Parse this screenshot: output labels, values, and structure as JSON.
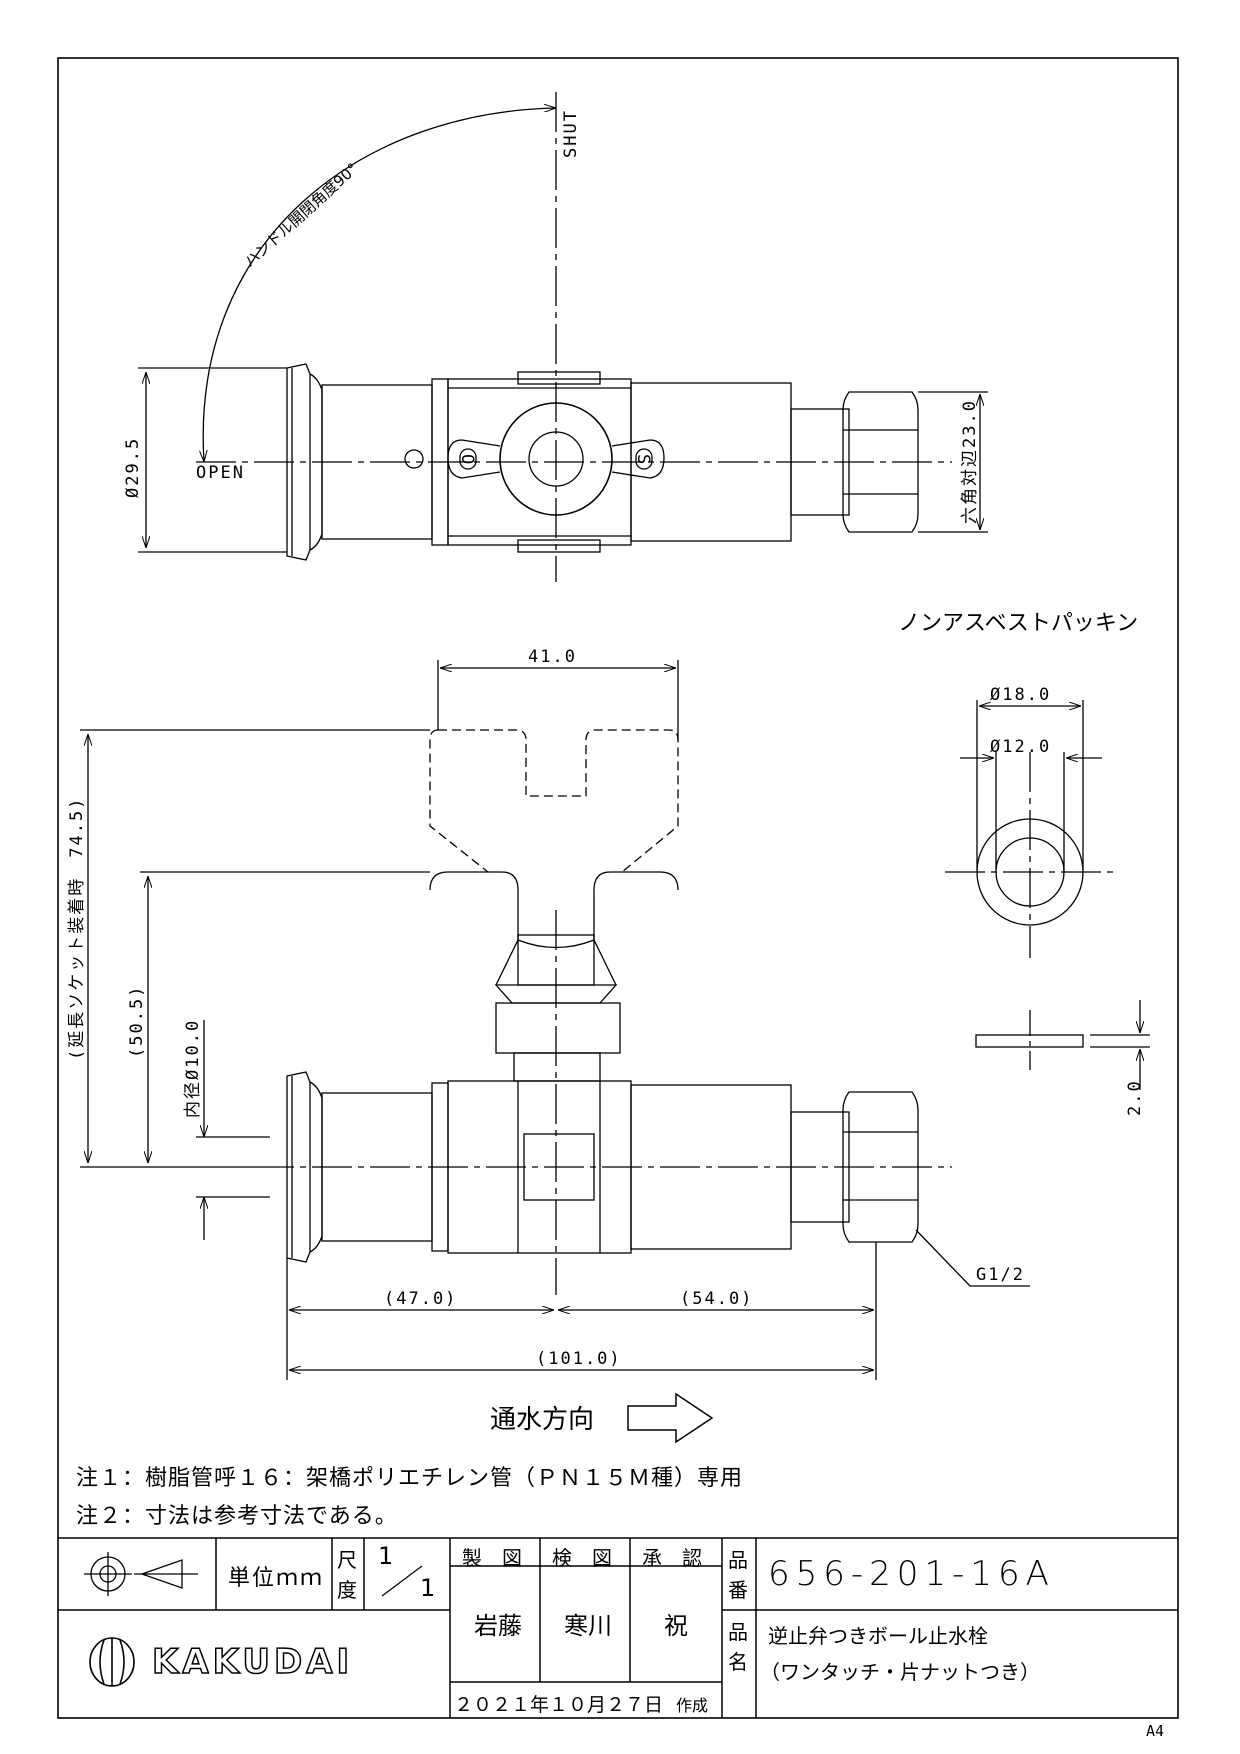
{
  "drawing": {
    "shut": "SHUT",
    "open": "OPEN",
    "handle_angle": "ハンドル開閉角度90°",
    "dia_295": "Ø29.5",
    "hex_23": "六角対辺23.0",
    "packing_title": "ノンアスベストパッキン",
    "pk_18": "Ø18.0",
    "pk_12": "Ø12.0",
    "pk_thk": "2.0",
    "dim_41": "41.0",
    "dim_745": "(延長ソケット装着時　74.5)",
    "dim_505": "(50.5)",
    "dim_inner": "内径Ø10.0",
    "dim_47": "(47.0)",
    "dim_54": "(54.0)",
    "dim_101": "(101.0)",
    "thread": "G1/2",
    "flow": "通水方向",
    "handle_o": "O",
    "handle_s": "S"
  },
  "notes": {
    "n1": "注１：樹脂管呼１６：架橋ポリエチレン管（ＰＮ１５Ｍ種）専用",
    "n2": "注２：寸法は参考寸法である。"
  },
  "title_block": {
    "unit": "単位ｍｍ",
    "scale_label_1": "尺",
    "scale_label_2": "度",
    "scale_num": "1",
    "scale_den": "1",
    "h_draw": "製　図",
    "h_check": "検　図",
    "h_approve": "承　認",
    "drawer": "岩藤",
    "checker": "寒川",
    "approver": "祝",
    "date": "２０２１年１０月２７日",
    "made": "作成",
    "pn_1": "品",
    "pn_2": "番",
    "part_no": "656-201-16A",
    "nm_1": "品",
    "nm_2": "名",
    "name_1": "逆止弁つきボール止水栓",
    "name_2": "（ワンタッチ・片ナットつき）",
    "brand": "KAKUDAI",
    "paper": "A4"
  }
}
